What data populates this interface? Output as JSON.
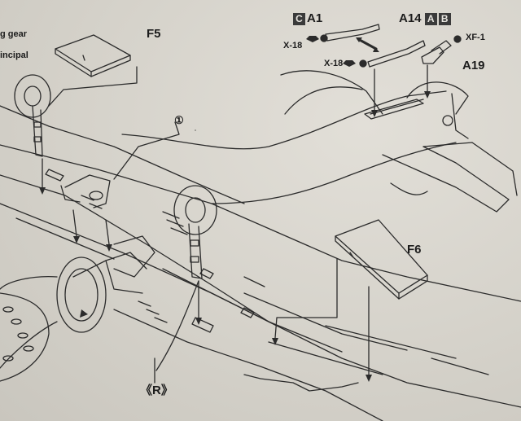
{
  "legend": {
    "line1": "g gear",
    "line2": "incipal"
  },
  "step_marker": "①",
  "side_marker": "《R》",
  "parts": {
    "f5": "F5",
    "f6": "F6",
    "a1": "A1",
    "a1_tag": "C",
    "a14": "A14",
    "a14_tags": [
      "A",
      "B"
    ],
    "a19": "A19",
    "x18_upper": "X-18",
    "x18_lower": "X-18",
    "xf1": "XF-1"
  }
}
